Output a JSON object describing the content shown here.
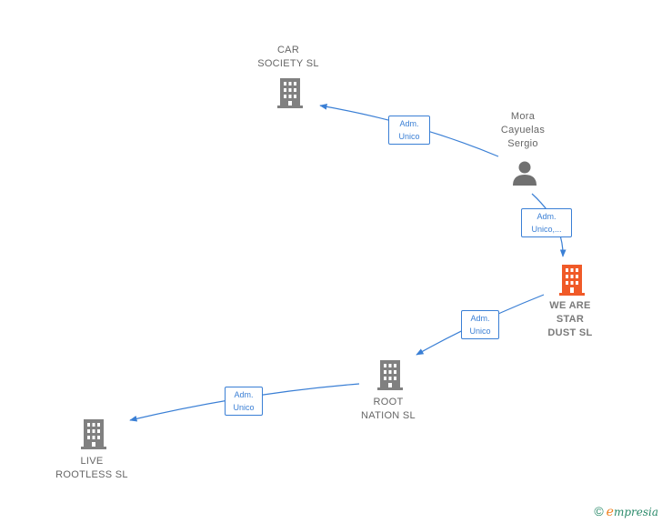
{
  "nodes": {
    "car_society": {
      "label": "CAR\nSOCIETY  SL"
    },
    "mora": {
      "label": "Mora\nCayuelas\nSergio"
    },
    "we_are_star_dust": {
      "label": "WE ARE\nSTAR\nDUST  SL"
    },
    "root_nation": {
      "label": "ROOT\nNATION  SL"
    },
    "live_rootless": {
      "label": "LIVE\nROOTLESS  SL"
    }
  },
  "edges": {
    "mora_to_car": {
      "label": "Adm.\nUnico"
    },
    "mora_to_star": {
      "label": "Adm.\nUnico,..."
    },
    "star_to_root": {
      "label": "Adm.\nUnico"
    },
    "root_to_live": {
      "label": "Adm.\nUnico"
    }
  },
  "colors": {
    "edge": "#3a7fd5",
    "company_icon": "#808080",
    "focus_company_icon": "#f05a28",
    "person_icon": "#707070"
  },
  "icons": {
    "company": "building-icon",
    "person": "person-icon"
  },
  "watermark": {
    "copyright": "©",
    "brand_initial": "e",
    "brand_rest": "mpresia"
  }
}
